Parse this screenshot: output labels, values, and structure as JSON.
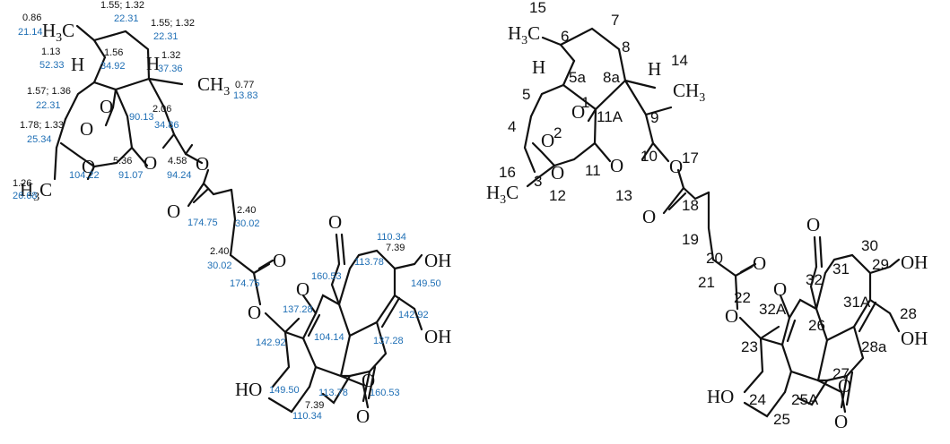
{
  "colors": {
    "bond": "#111111",
    "carbon_shift": "#1f6fb5",
    "proton_shift": "#111111"
  },
  "left": {
    "atoms": {
      "h3c_top": "H",
      "h3c_top_sub": "3",
      "h3c_top_c": "C",
      "h_left": "H",
      "h_right": "H",
      "ch3_right_c": "CH",
      "ch3_right_sub": "3",
      "o1": "O",
      "o2": "O",
      "o3": "O",
      "o4": "O",
      "o5": "O",
      "h3c_bot": "H",
      "h3c_bot_sub": "3",
      "h3c_bot_c": "C",
      "o_carb1": "O",
      "o_carb2": "O",
      "o_ester": "O",
      "o_ring_a": "O",
      "o_ring_b": "O",
      "o_lac1": "O",
      "o_lac2": "O",
      "oh_top": "OH",
      "oh_mid": "OH",
      "ho_bot": "HO"
    },
    "proton_shifts": [
      "0.86",
      "1.55; 1.32",
      "1.55; 1.32",
      "1.13",
      "1.56",
      "1.32",
      "0.77",
      "1.57; 1.36",
      "2.06",
      "1.78; 1.33",
      "5.36",
      "4.58",
      "1.26",
      "2.40",
      "2.40",
      "7.39",
      "7.39"
    ],
    "carbon_shifts": [
      "21.14",
      "22.31",
      "22.31",
      "52.33",
      "34.92",
      "37.36",
      "13.83",
      "22.31",
      "34.86",
      "90.13",
      "25.34",
      "104.22",
      "91.07",
      "94.24",
      "26.68",
      "174.75",
      "30.02",
      "30.02",
      "174.75",
      "110.34",
      "113.78",
      "160.53",
      "149.50",
      "137.28",
      "142.92",
      "104.14",
      "137.28",
      "142.92",
      "149.50",
      "113.78",
      "160.53",
      "110.34"
    ]
  },
  "right": {
    "atoms": {
      "h3c_top": "H",
      "h3c_top_sub": "3",
      "h3c_top_c": "C",
      "h_left": "H",
      "h_right": "H",
      "ch3_right_c": "CH",
      "ch3_right_sub": "3",
      "o1": "O",
      "o2": "O",
      "o3": "O",
      "o4": "O",
      "o5": "O",
      "h3c_bot": "H",
      "h3c_bot_sub": "3",
      "h3c_bot_c": "C",
      "o_carb1": "O",
      "o_carb2": "O",
      "o_ester": "O",
      "o_ring_a": "O",
      "o_ring_b": "O",
      "o_lac1": "O",
      "o_lac2": "O",
      "oh_top": "OH",
      "oh_mid": "OH",
      "ho_bot": "HO"
    },
    "numbers": [
      "15",
      "7",
      "6",
      "8",
      "14",
      "5a",
      "8a",
      "5",
      "1",
      "11A",
      "9",
      "4",
      "2",
      "10",
      "17",
      "16",
      "3",
      "11",
      "12",
      "13",
      "18",
      "19",
      "30",
      "20",
      "29",
      "32",
      "31",
      "21",
      "22",
      "32A",
      "31A",
      "28",
      "26",
      "23",
      "28a",
      "27",
      "24",
      "25A",
      "25"
    ]
  }
}
